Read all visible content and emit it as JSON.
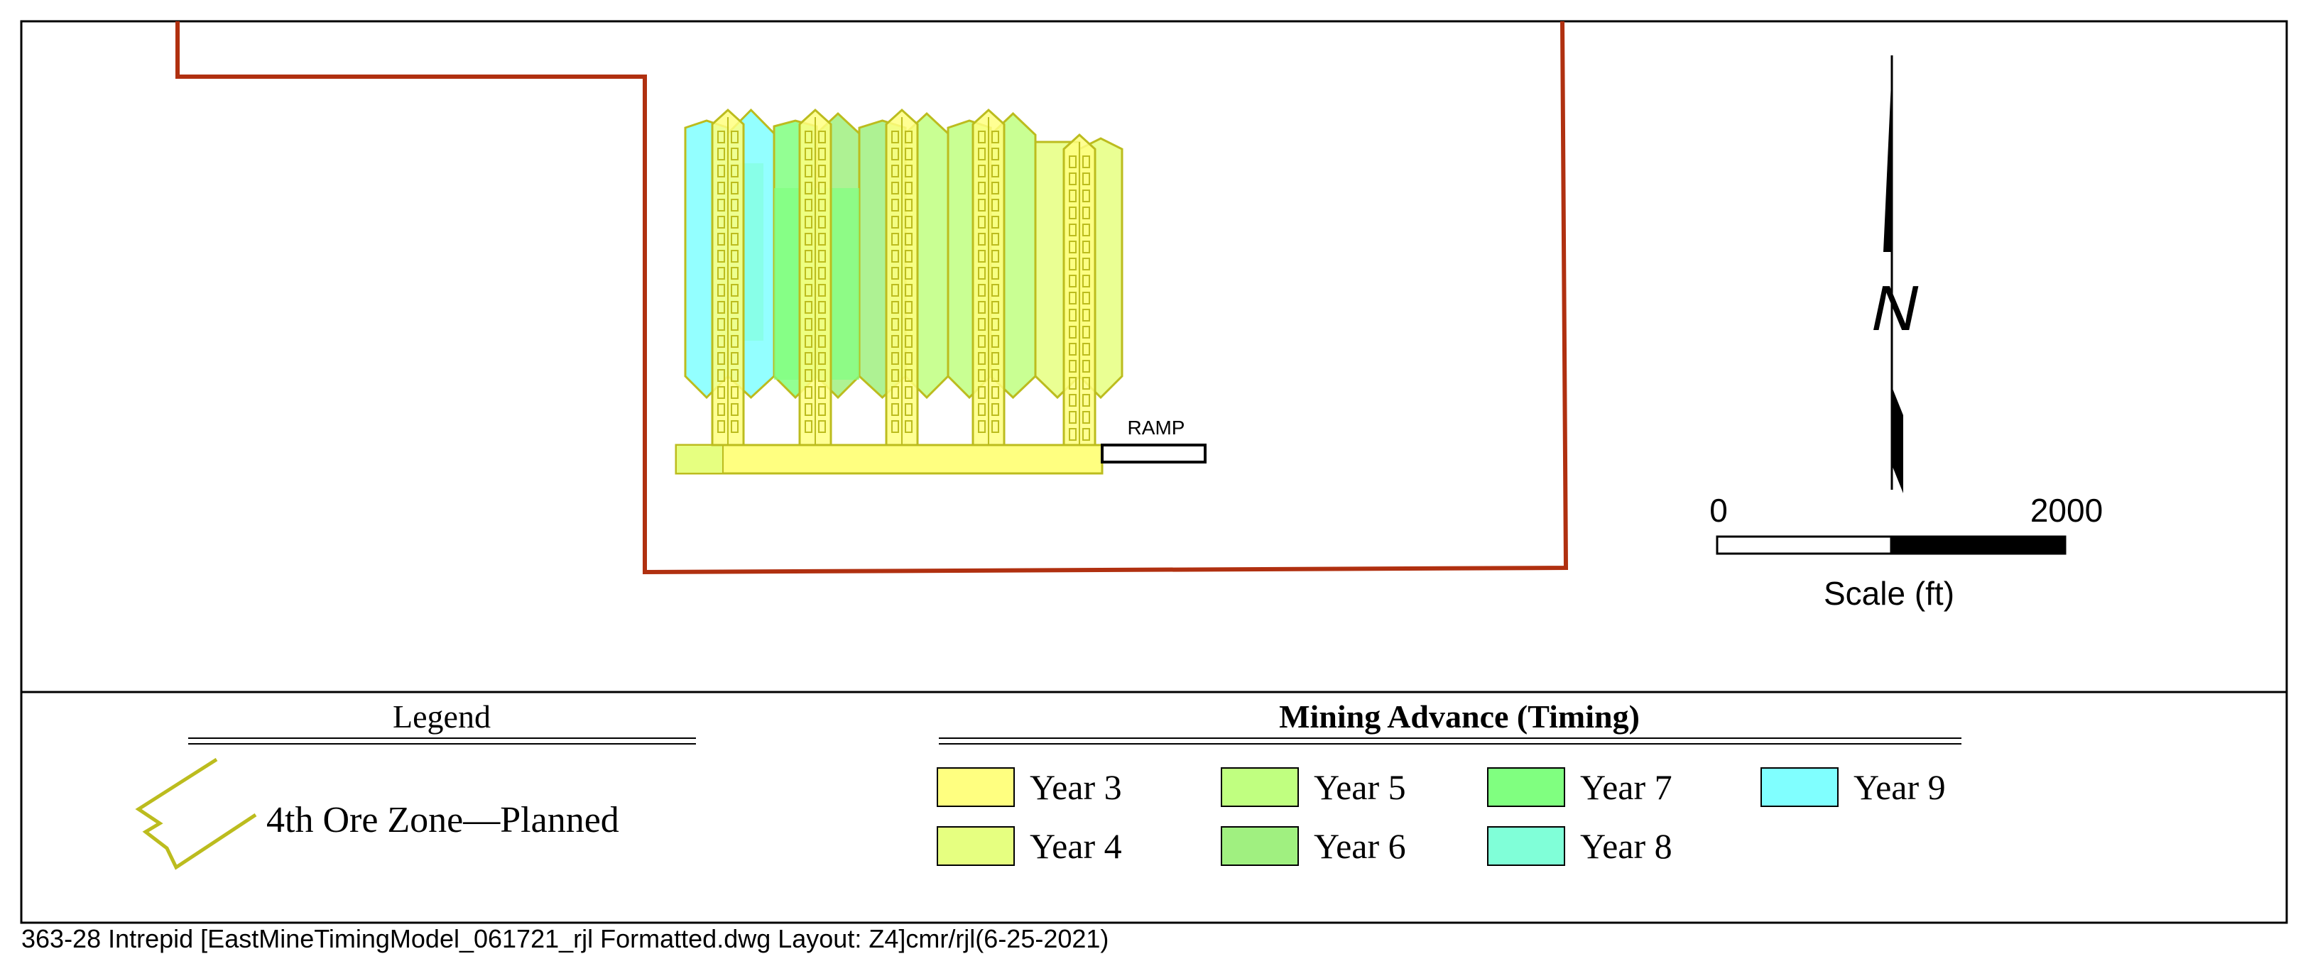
{
  "map": {
    "ramp_label": "RAMP"
  },
  "scale_bar": {
    "label_min": "0",
    "label_max": "2000",
    "title": "Scale (ft)"
  },
  "north_arrow": {
    "label": "N"
  },
  "legend": {
    "title": "Legend",
    "item_label": "4th Ore Zone—Planned",
    "item_color": "#bcbc1e"
  },
  "timing": {
    "title": "Mining Advance (Timing)",
    "items": [
      {
        "label": "Year 3",
        "color": "#ffff80"
      },
      {
        "label": "Year 4",
        "color": "#e6ff80"
      },
      {
        "label": "Year 5",
        "color": "#c0ff80"
      },
      {
        "label": "Year 6",
        "color": "#a0f080"
      },
      {
        "label": "Year 7",
        "color": "#80ff80"
      },
      {
        "label": "Year 8",
        "color": "#80ffd8"
      },
      {
        "label": "Year 9",
        "color": "#80ffff"
      }
    ]
  },
  "colors": {
    "boundary": "#b03010",
    "outline": "#bcbc1e"
  },
  "footer": {
    "text": "363-28 Intrepid [EastMineTimingModel_061721_rjl Formatted.dwg Layout: Z4]cmr/rjl(6-25-2021)"
  }
}
